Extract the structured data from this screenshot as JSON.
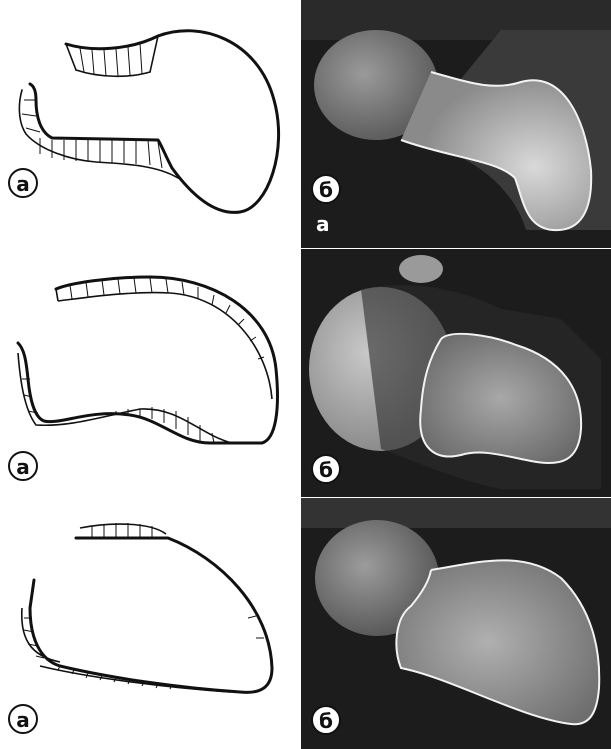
{
  "rows": [
    {
      "left_label": "а",
      "right_label": "б",
      "extra_label": "а"
    },
    {
      "left_label": "а",
      "right_label": "б"
    },
    {
      "left_label": "а",
      "right_label": "б"
    }
  ],
  "colors": {
    "outline": "#111111",
    "contour": "#f2f2f2",
    "mri_background": "#1c1c1c"
  }
}
